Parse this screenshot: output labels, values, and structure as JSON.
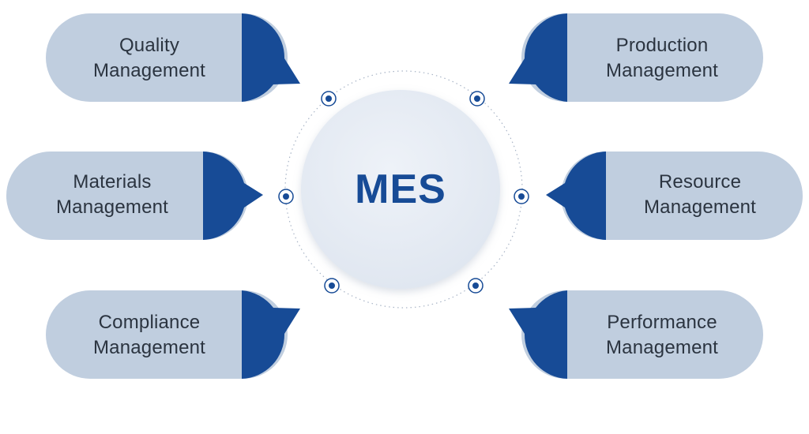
{
  "center": {
    "title": "MES"
  },
  "modules": [
    {
      "line1": "Quality",
      "line2": "Management"
    },
    {
      "line1": "Production",
      "line2": "Management"
    },
    {
      "line1": "Materials",
      "line2": "Management"
    },
    {
      "line1": "Resource",
      "line2": "Management"
    },
    {
      "line1": "Compliance",
      "line2": "Management"
    },
    {
      "line1": "Performance",
      "line2": "Management"
    }
  ],
  "colors": {
    "pill": "#c0cedf",
    "accent": "#174b96",
    "center_fill": "#e6ebf3",
    "text": "#2b3440"
  }
}
